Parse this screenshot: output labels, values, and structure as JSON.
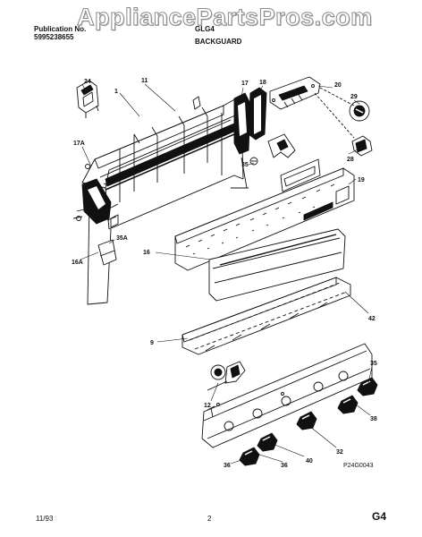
{
  "header": {
    "publication_label": "Publication No.",
    "publication_number": "5995238655",
    "model_code": "GLG4",
    "section_title": "BACKGUARD"
  },
  "watermark": "AppliancePartsPros.com",
  "part_callouts": [
    "24",
    "1",
    "11",
    "17",
    "18",
    "20",
    "17A",
    "29",
    "28",
    "35",
    "19",
    "16",
    "16A",
    "35A",
    "42",
    "9",
    "12",
    "35",
    "38",
    "32",
    "40",
    "36",
    "36"
  ],
  "figure_code": "P24G0043",
  "footer": {
    "date": "11/93",
    "page_number": "2",
    "section_code": "G4"
  },
  "colors": {
    "line": "#111111",
    "watermark_stroke": "#8a8a8a"
  }
}
